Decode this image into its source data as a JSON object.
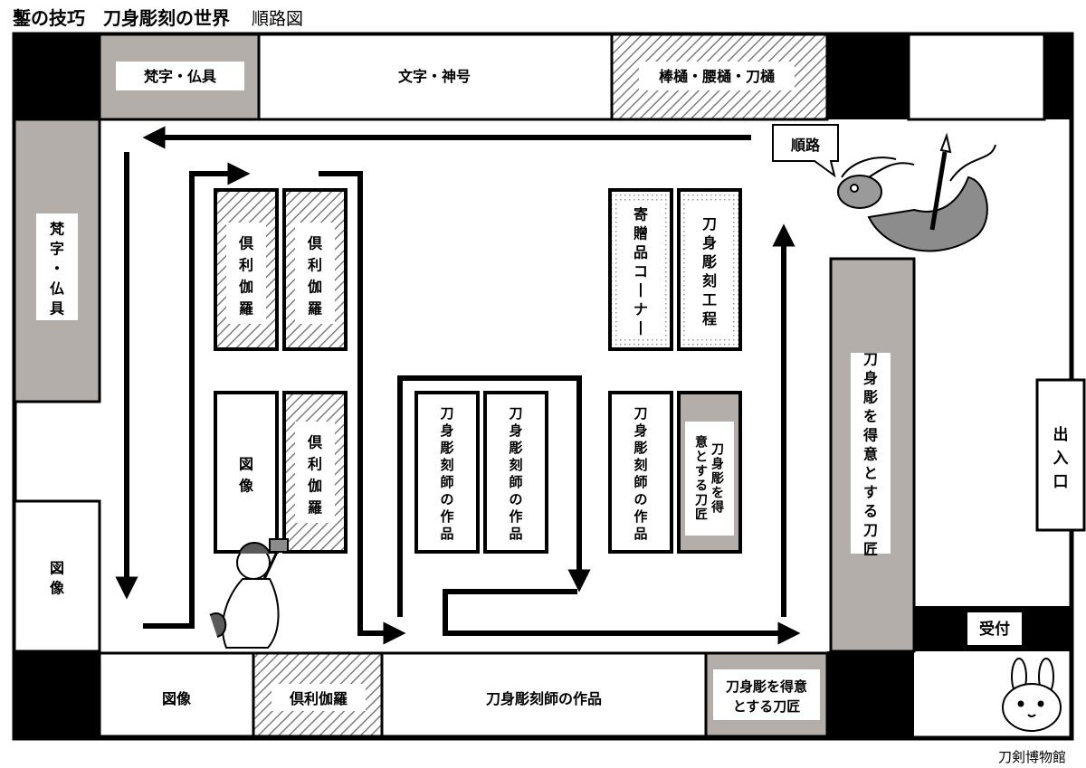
{
  "title": "鏨の技巧　刀身彫刻の世界",
  "subtitle": "順路図",
  "credit": "刀剣博物館",
  "labels": {
    "top_bonji": "梵字・仏具",
    "top_moji": "文字・神号",
    "top_hi": "棒樋・腰樋・刀樋",
    "left_bonji": "梵字・仏具",
    "left_zuzo": "図像",
    "kurikara_1": "倶利伽羅",
    "kurikara_2": "倶利伽羅",
    "zuzo_center": "図像",
    "kurikara_3": "倶利伽羅",
    "kizo": "寄贈品コーナー",
    "kotei": "刀身彫刻工程",
    "works_1": "刀身彫刻師の作品",
    "works_2": "刀身彫刻師の作品",
    "works_3": "刀身彫刻師の作品",
    "tokui_small": "刀身彫を得意とする刀匠",
    "tokui_right": "刀身彫を得意とする刀匠",
    "bottom_zuzo": "図像",
    "bottom_kurikara": "倶利伽羅",
    "bottom_works": "刀身彫刻師の作品",
    "bottom_tokui": "刀身彫を得意とする刀匠",
    "exit": "出入口",
    "reception": "受付",
    "route": "順路"
  },
  "colors": {
    "gray": "#b4aeaa",
    "black": "#000000",
    "white": "#ffffff"
  }
}
